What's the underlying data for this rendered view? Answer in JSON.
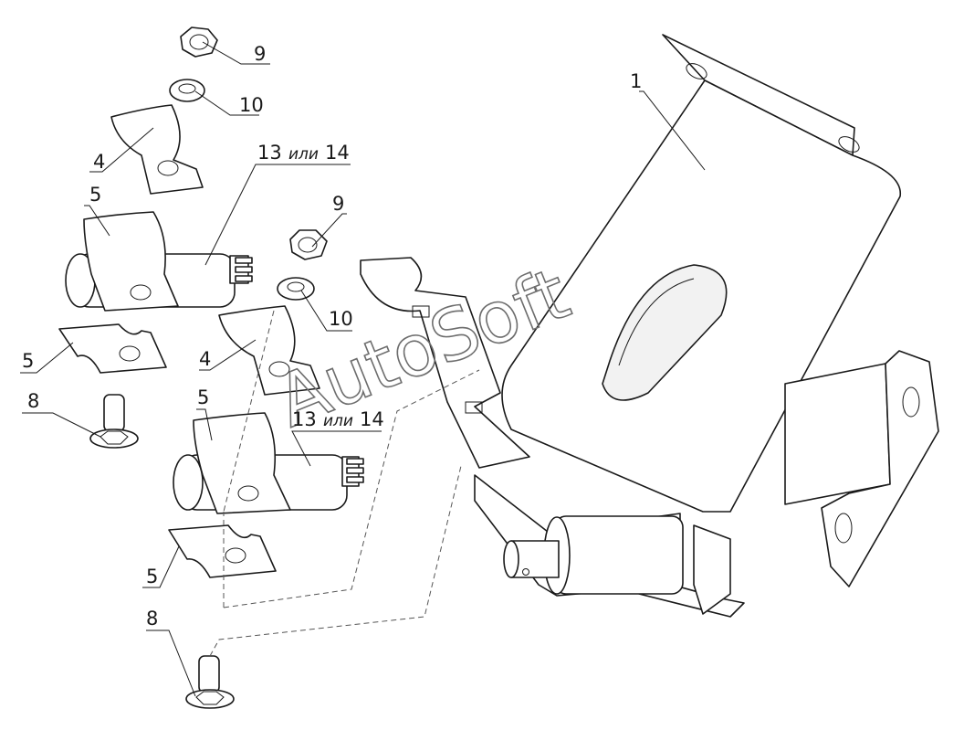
{
  "labels": {
    "part_1": "1",
    "part_4_a": "4",
    "part_4_b": "4",
    "part_5_a": "5",
    "part_5_b": "5",
    "part_5_c": "5",
    "part_5_d": "5",
    "part_8_a": "8",
    "part_8_b": "8",
    "part_9_a": "9",
    "part_9_b": "9",
    "part_10_a": "10",
    "part_10_b": "10",
    "part_13_a": "13",
    "part_13_b": "13",
    "or_word_a": "или",
    "or_word_b": "или",
    "part_14_a": "14",
    "part_14_b": "14"
  },
  "watermark": "AutoSoft"
}
